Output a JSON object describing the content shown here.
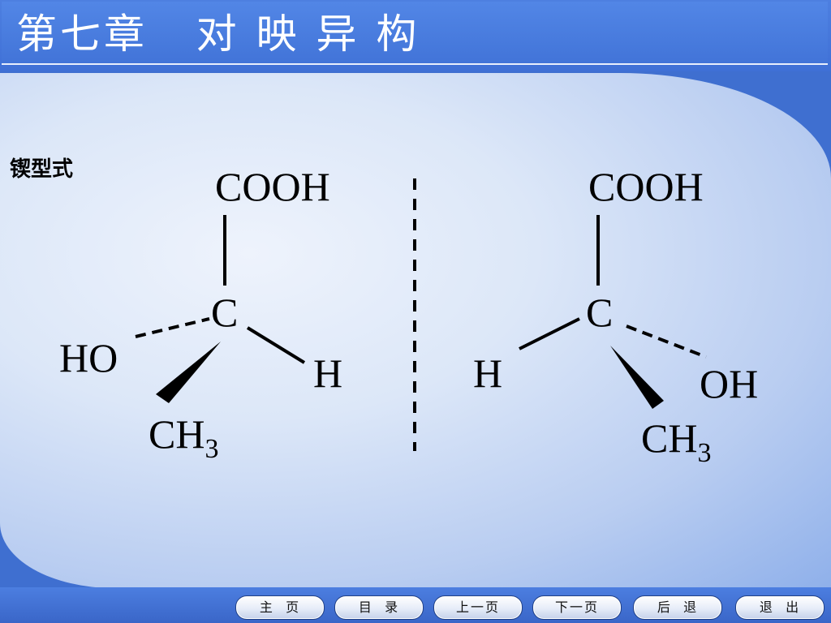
{
  "header": {
    "title": "第七章   对 映 异 构"
  },
  "content": {
    "section_label": "锲型式"
  },
  "diagram": {
    "left_molecule": {
      "top": "COOH",
      "center": "C",
      "left": "HO",
      "right": "H",
      "bottom": "CH",
      "bottom_sub": "3"
    },
    "right_molecule": {
      "top": "COOH",
      "center": "C",
      "left": "H",
      "right": "OH",
      "bottom": "CH",
      "bottom_sub": "3"
    }
  },
  "nav": {
    "home": "主  页",
    "toc": "目  录",
    "prev": "上一页",
    "next": "下一页",
    "back": "后  退",
    "exit": "退  出"
  },
  "colors": {
    "header_blue": "#4274d8",
    "content_light": "#dce7f8",
    "ink": "#000000"
  }
}
